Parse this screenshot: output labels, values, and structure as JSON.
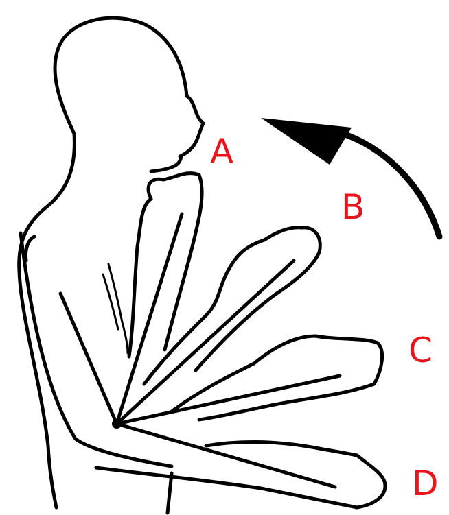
{
  "labels": {
    "a": "A",
    "b": "B",
    "c": "C",
    "d": "D"
  },
  "colors": {
    "label": "#e8141b",
    "ink": "#000000",
    "background": "#ffffff"
  }
}
